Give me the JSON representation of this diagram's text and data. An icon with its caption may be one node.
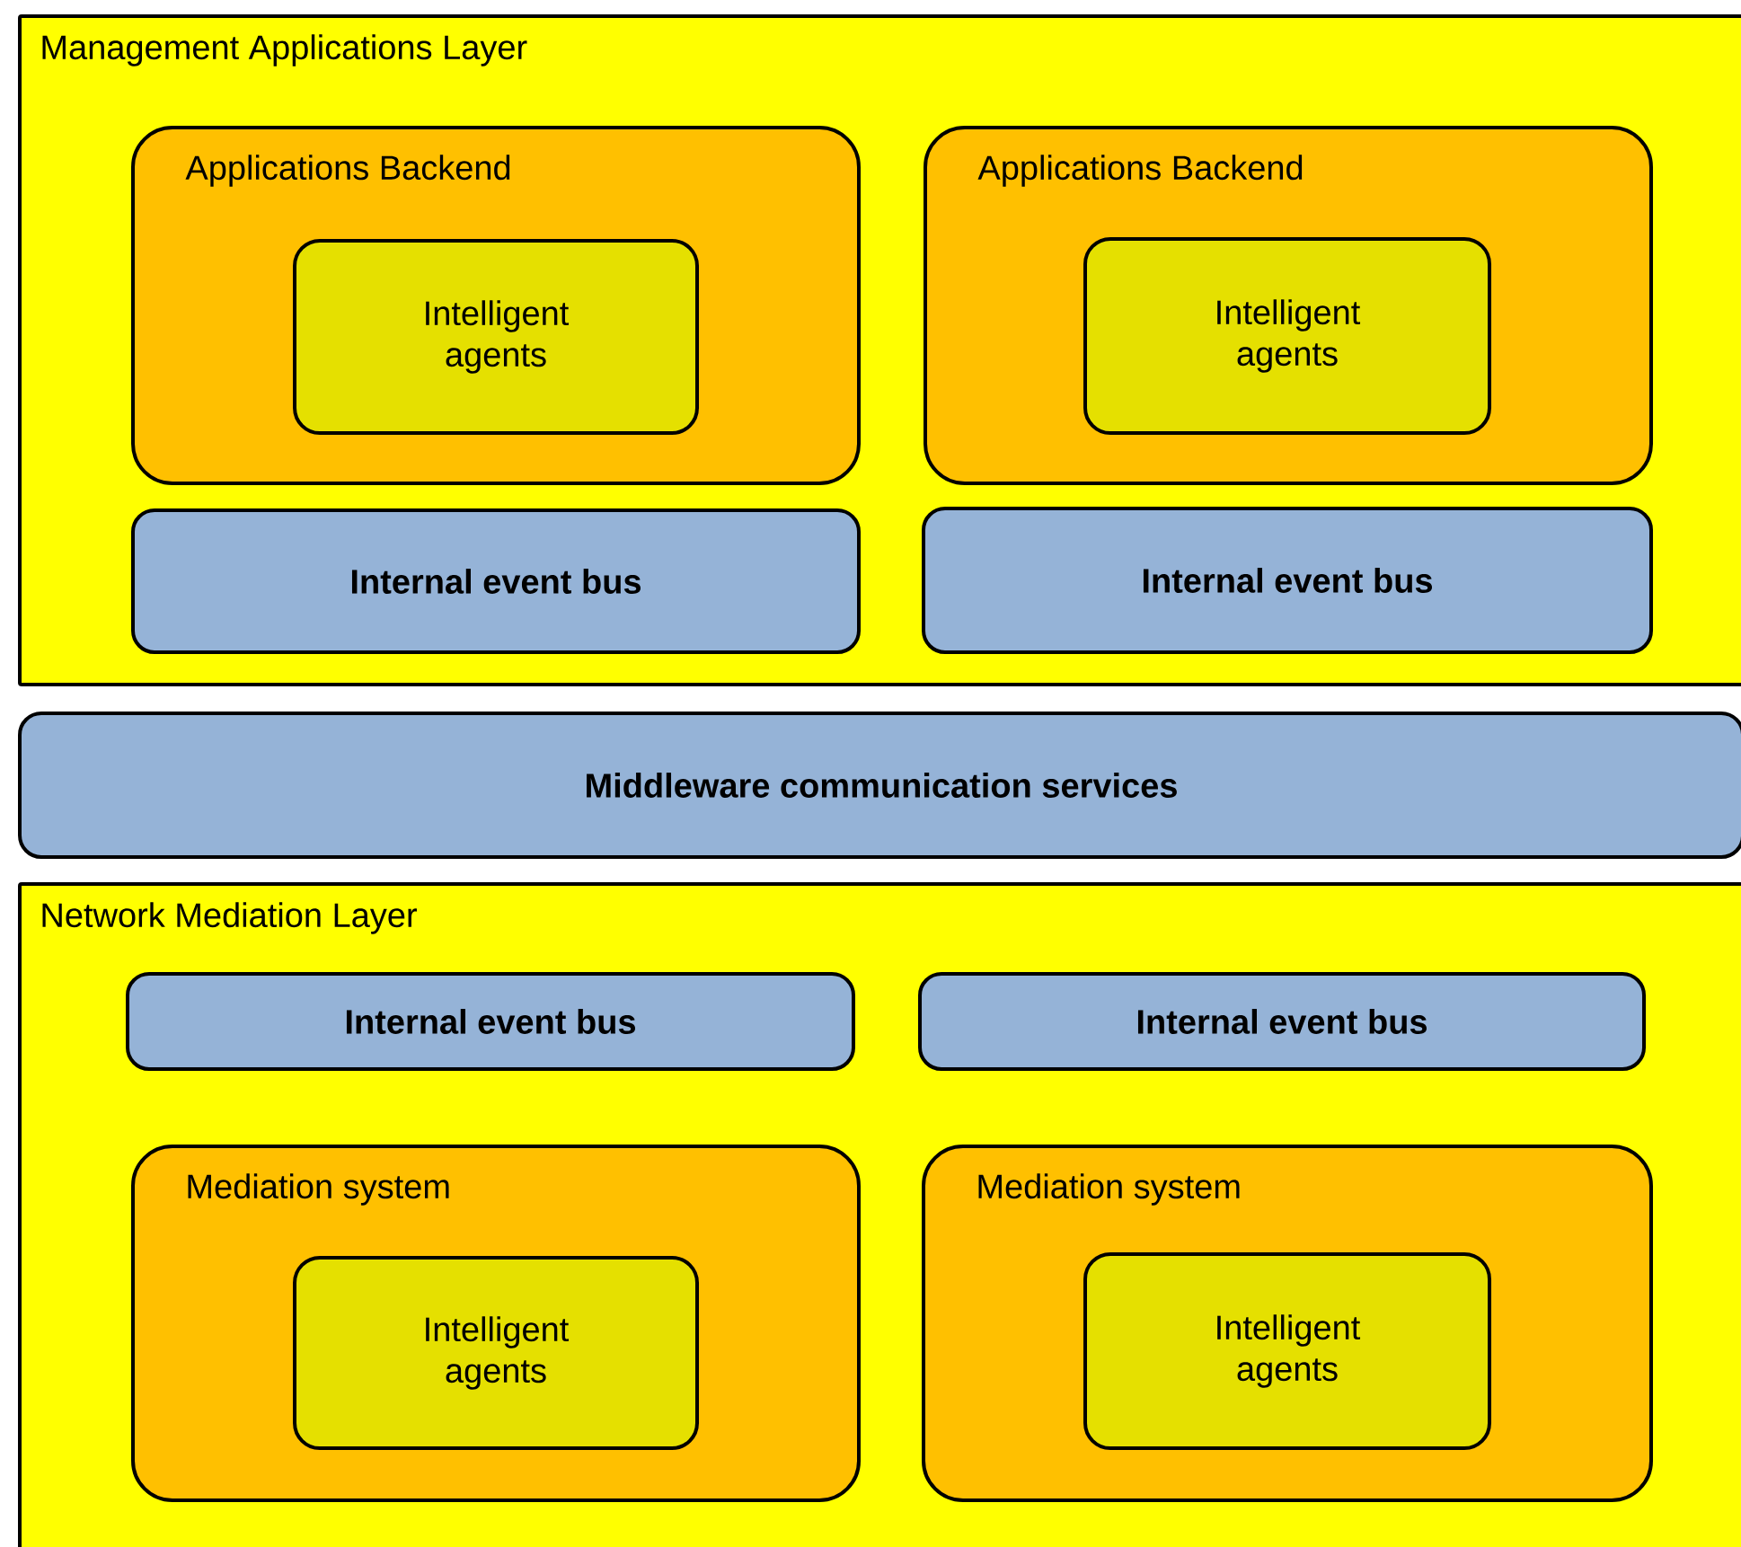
{
  "diagram": {
    "nodes": [
      {
        "text": [
          "Management Applications Layer"
        ]
      },
      {
        "text": [
          "Applications Backend"
        ],
        "in": 0
      },
      {
        "text": [
          "Intelligent agents"
        ],
        "in": 1
      },
      {
        "text": [
          "Applications Backend"
        ],
        "in": 0
      },
      {
        "text": [
          "Intelligent agents"
        ],
        "in": 3
      },
      {
        "text": [
          "Internal event bus"
        ],
        "in": 0
      },
      {
        "text": [
          "Internal event bus"
        ],
        "in": 0
      },
      {
        "text": [
          "Middleware communication services"
        ]
      },
      {
        "text": [
          "Network Mediation Layer"
        ]
      },
      {
        "text": [
          "Internal event bus"
        ],
        "in": 8
      },
      {
        "text": [
          "Internal event bus"
        ],
        "in": 8
      },
      {
        "text": [
          "Mediation system"
        ],
        "in": 8
      },
      {
        "text": [
          "Intelligent agents"
        ],
        "in": 11
      },
      {
        "text": [
          "Mediation system"
        ],
        "in": 8
      },
      {
        "text": [
          "Intelligent agents"
        ],
        "in": 13
      }
    ]
  }
}
